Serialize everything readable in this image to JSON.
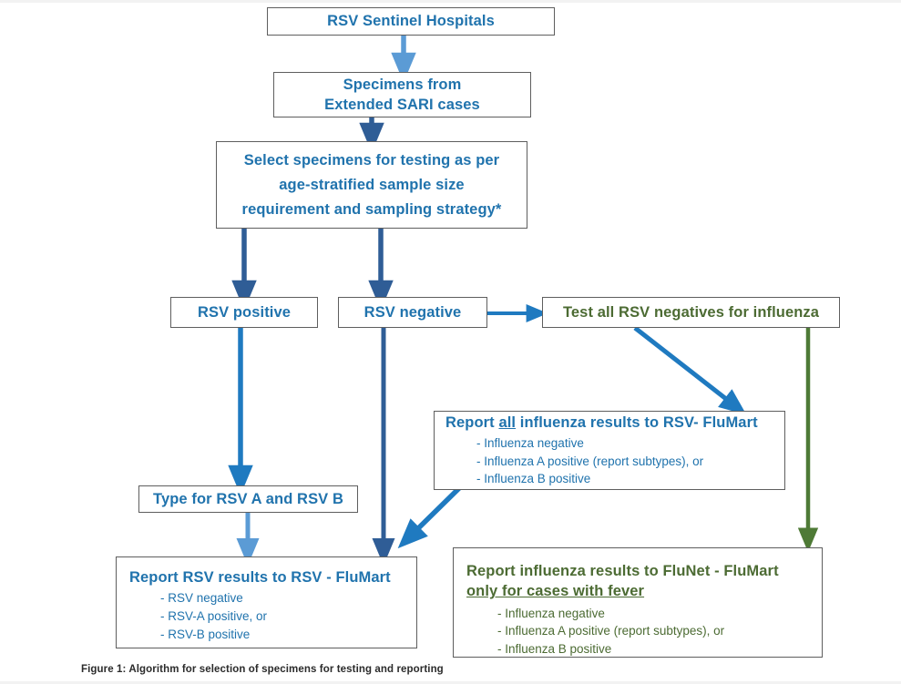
{
  "figure": {
    "caption": "Figure 1: Algorithm for selection of specimens for testing and reporting"
  },
  "colors": {
    "blue_text": "#2073ad",
    "green_text": "#4c6b33",
    "blue_arrow_dark": "#2f5d96",
    "blue_arrow_mid": "#1f7ac0",
    "blue_arrow_light": "#5b9bd5",
    "green_arrow": "#4e7a36",
    "box_border": "#5e5e5e",
    "background": "#ffffff"
  },
  "nodes": {
    "sentinel_hospitals": {
      "title": "RSV Sentinel Hospitals"
    },
    "specimens": {
      "line1": "Specimens from",
      "line2": "Extended SARI cases"
    },
    "select_specimens": {
      "line1": "Select specimens for testing as per",
      "line2": "age-stratified sample size",
      "line3": "requirement and sampling strategy*"
    },
    "rsv_positive": {
      "title": "RSV positive"
    },
    "rsv_negative": {
      "title": "RSV negative"
    },
    "test_all_negatives": {
      "title": "Test all RSV negatives for influenza"
    },
    "report_all_influenza": {
      "title_part1": "Report ",
      "title_underlined": "all",
      "title_part2": " influenza results to RSV- FluMart",
      "bullets": [
        "- Influenza negative",
        "- Influenza A positive (report subtypes), or",
        "- Influenza B positive"
      ]
    },
    "type_rsv": {
      "title": "Type for RSV A and RSV B"
    },
    "report_rsv": {
      "title": "Report RSV results to RSV - FluMart",
      "bullets": [
        "- RSV negative",
        "- RSV-A positive, or",
        "- RSV-B positive"
      ]
    },
    "report_influenza_flunet": {
      "title_line1": "Report influenza results to FluNet - FluMart",
      "title_line2_underlined": "only for cases with fever",
      "bullets": [
        "- Influenza negative",
        "- Influenza A positive (report subtypes), or",
        "- Influenza B positive"
      ]
    }
  },
  "edges": [
    {
      "name": "hospitals-to-specimens",
      "from": "sentinel_hospitals",
      "to": "specimens",
      "color": "#5b9bd5"
    },
    {
      "name": "specimens-to-select",
      "from": "specimens",
      "to": "select_specimens",
      "color": "#2f5d96"
    },
    {
      "name": "select-to-rsv-positive",
      "from": "select_specimens",
      "to": "rsv_positive",
      "color": "#2f5d96"
    },
    {
      "name": "select-to-rsv-negative",
      "from": "select_specimens",
      "to": "rsv_negative",
      "color": "#2f5d96"
    },
    {
      "name": "rsv-negative-to-test-all",
      "from": "rsv_negative",
      "to": "test_all_negatives",
      "color": "#1f7ac0"
    },
    {
      "name": "rsv-positive-to-type",
      "from": "rsv_positive",
      "to": "type_rsv",
      "color": "#1f7ac0"
    },
    {
      "name": "type-to-report-rsv",
      "from": "type_rsv",
      "to": "report_rsv",
      "color": "#5b9bd5"
    },
    {
      "name": "rsv-negative-to-report-rsv",
      "from": "rsv_negative",
      "to": "report_rsv",
      "color": "#2f5d96"
    },
    {
      "name": "test-all-to-report-all-influenza",
      "from": "test_all_negatives",
      "to": "report_all_influenza",
      "color": "#1f7ac0"
    },
    {
      "name": "report-all-influenza-to-report-rsv",
      "from": "report_all_influenza",
      "to": "report_rsv",
      "color": "#1f7ac0"
    },
    {
      "name": "test-all-to-flunet",
      "from": "test_all_negatives",
      "to": "report_influenza_flunet",
      "color": "#4e7a36"
    }
  ]
}
